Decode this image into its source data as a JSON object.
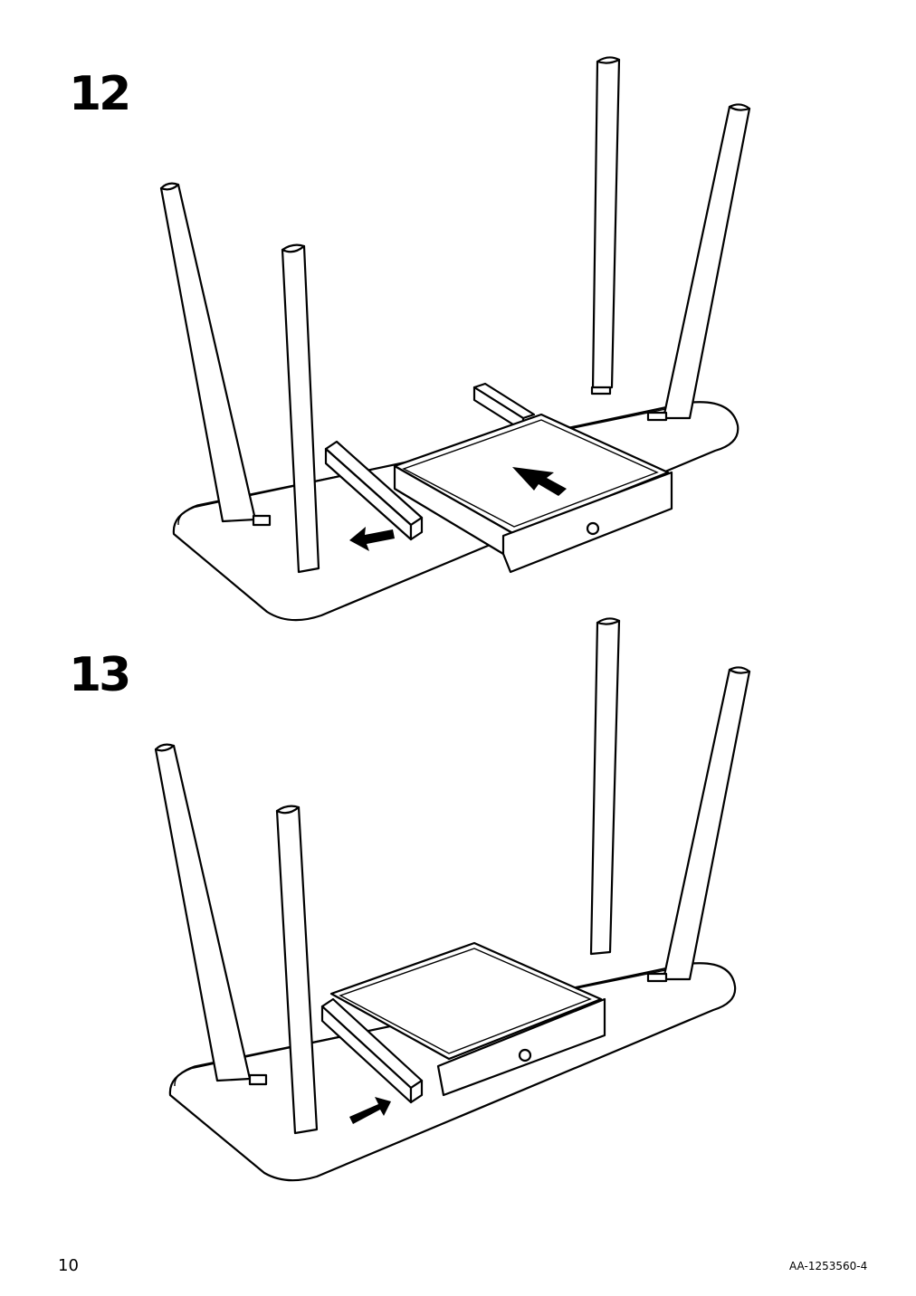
{
  "steps": [
    {
      "number": "12",
      "action": "drawer-slide-out"
    },
    {
      "number": "13",
      "action": "drawer-slide-in"
    }
  ],
  "footer": {
    "page_number": "10",
    "doc_code": "AA-1253560-4"
  }
}
